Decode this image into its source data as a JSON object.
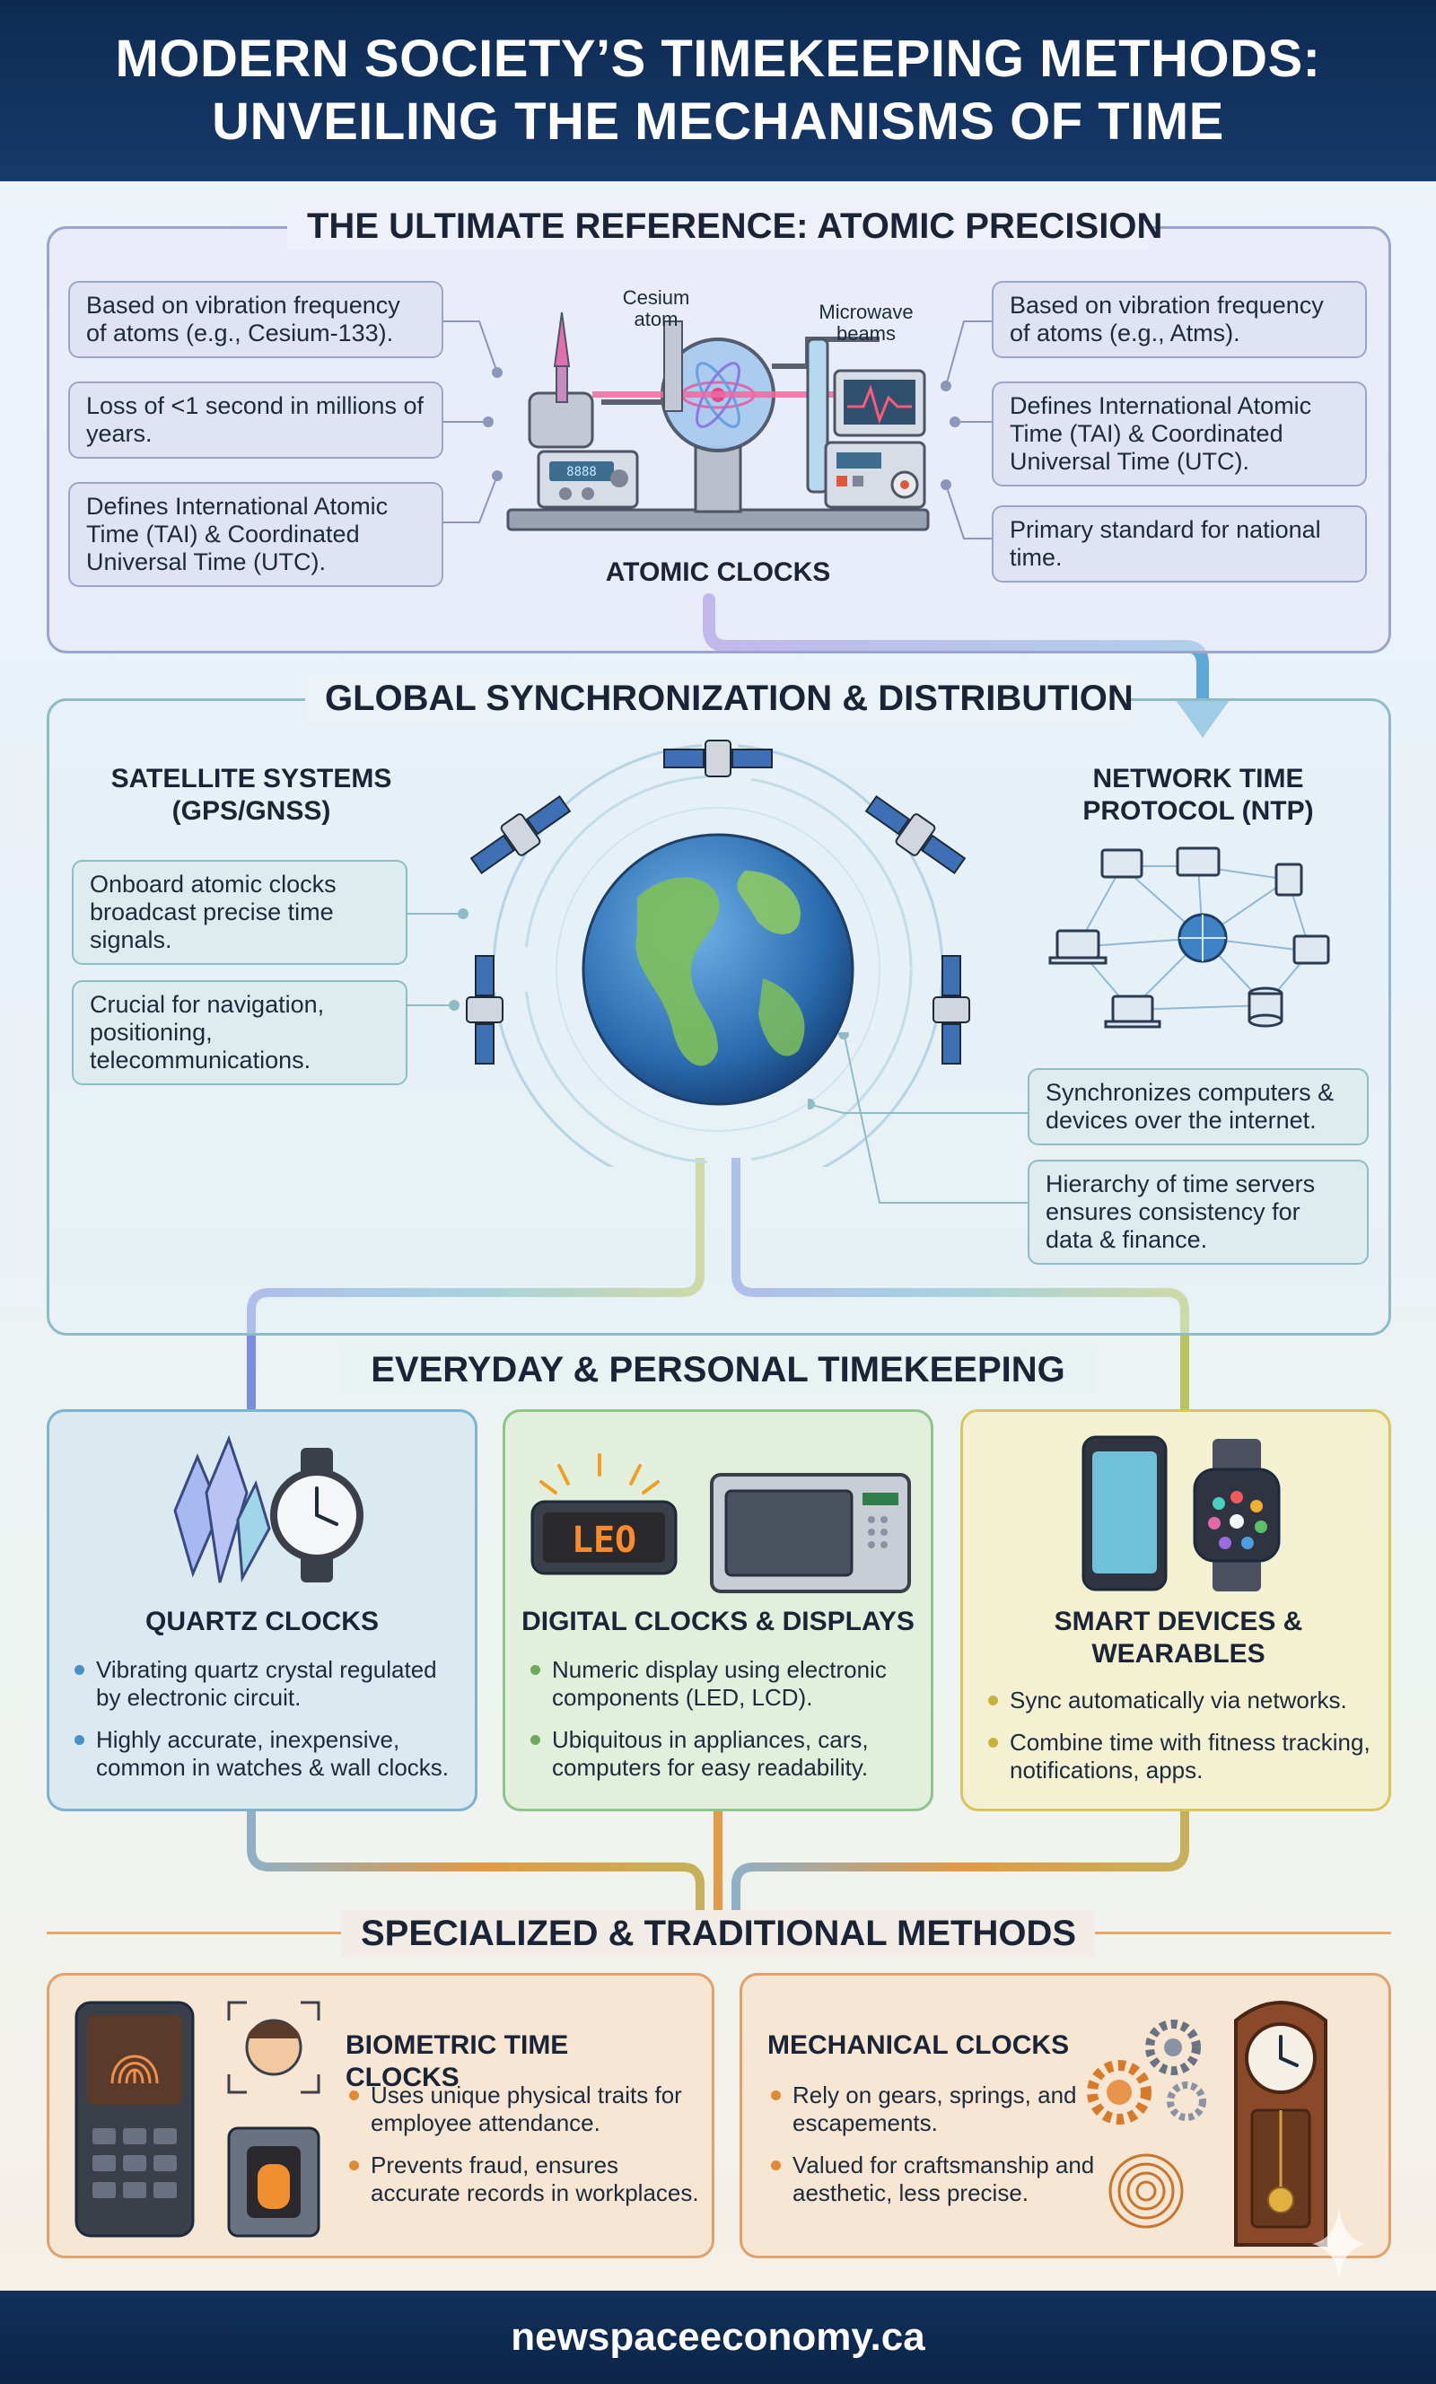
{
  "header": {
    "line1": "MODERN SOCIETY’S TIMEKEEPING METHODS:",
    "line2": "UNVEILING THE MECHANISMS OF TIME"
  },
  "atomic": {
    "title": "THE ULTIMATE REFERENCE: ATOMIC PRECISION",
    "left_notes": [
      "Based on vibration frequency of atoms (e.g., Cesium-133).",
      "Loss of <1 second in millions of years.",
      "Defines International Atomic Time (TAI) & Coordinated Universal Time (UTC)."
    ],
    "right_notes": [
      "Based on vibration frequency of atoms (e.g., Atms).",
      "Defines International Atomic Time (TAI) & Coordinated Universal Time (UTC).",
      "Primary standard for national time."
    ],
    "cesium_label": "Cesium atom",
    "microwave_label": "Microwave beams",
    "display_text": "8888",
    "caption": "ATOMIC CLOCKS"
  },
  "sync": {
    "title": "GLOBAL SYNCHRONIZATION & DISTRIBUTION",
    "satellite_title": "SATELLITE SYSTEMS (GPS/GNSS)",
    "satellite_notes": [
      "Onboard atomic clocks broadcast precise time signals.",
      "Crucial for navigation, positioning, telecommunications."
    ],
    "ntp_title": "NETWORK TIME PROTOCOL (NTP)",
    "ntp_notes": [
      "Synchronizes computers & devices over the internet.",
      "Hierarchy of time servers ensures consistency for data & finance."
    ]
  },
  "everyday": {
    "title": "EVERYDAY & PERSONAL TIMEKEEPING",
    "cards": [
      {
        "title": "QUARTZ CLOCKS",
        "bullets": [
          "Vibrating quartz crystal regulated by electronic circuit.",
          "Highly accurate, inexpensive, common in watches & wall clocks."
        ]
      },
      {
        "title": "DIGITAL CLOCKS & DISPLAYS",
        "display": "LEO",
        "bullets": [
          "Numeric display using electronic components (LED, LCD).",
          "Ubiquitous in appliances, cars, computers for easy readability."
        ]
      },
      {
        "title": "SMART DEVICES & WEARABLES",
        "bullets": [
          "Sync automatically via networks.",
          "Combine time with fitness tracking, notifications, apps."
        ]
      }
    ]
  },
  "specialized": {
    "title": "SPECIALIZED & TRADITIONAL METHODS",
    "cards": [
      {
        "title": "BIOMETRIC TIME CLOCKS",
        "bullets": [
          "Uses unique physical traits for employee attendance.",
          "Prevents fraud, ensures accurate records in workplaces."
        ]
      },
      {
        "title": "MECHANICAL CLOCKS",
        "bullets": [
          "Rely on gears, springs, and escapements.",
          "Valued for craftsmanship and aesthetic, less precise."
        ]
      }
    ]
  },
  "footer": {
    "site": "newspaceeconomy.ca"
  },
  "colors": {
    "header_bg": "#0e2a52",
    "atomic_border": "#9aa6c9",
    "sync_border": "#8fbcc4",
    "quartz": "#7fb2cf",
    "digital": "#8fc48a",
    "smart": "#d8c65a",
    "specialized": "#e0a16a"
  }
}
